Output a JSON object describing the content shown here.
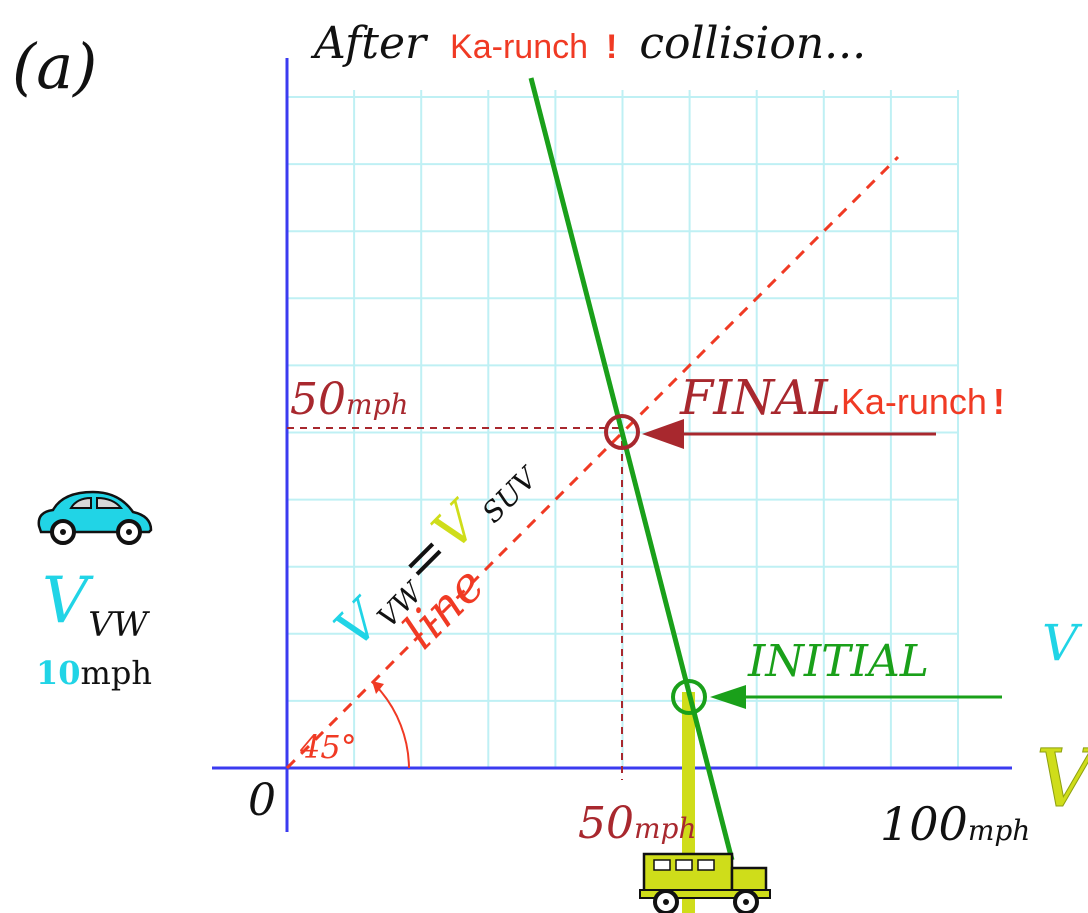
{
  "panel_label": "(a)",
  "title": {
    "prefix": "After",
    "highlight": "Ka-runch",
    "bang": "!",
    "suffix": "collision..."
  },
  "axes": {
    "origin_label": "0",
    "x_mid_number": "50",
    "x_end_number": "100",
    "y_mid_number": "50",
    "unit": "mph"
  },
  "left_panel": {
    "velocity_symbol": "V",
    "velocity_subscript": "VW",
    "speed_number": "10",
    "speed_unit": "mph"
  },
  "right_panel": {
    "velocity_symbol_top": "V",
    "velocity_symbol_bottom": "V"
  },
  "equal_velocity_line": {
    "lhs_symbol": "V",
    "lhs_subscript": "VW",
    "equals": "=",
    "rhs_symbol": "V",
    "rhs_subscript": "SUV",
    "word": "line",
    "angle_label": "45°"
  },
  "annotations": {
    "final_label": "FINAL",
    "final_highlight": "Ka-runch",
    "final_bang": "!",
    "initial_label": "INITIAL"
  },
  "colors": {
    "axis": "#3b3bf0",
    "grid": "#bff0f4",
    "momentum_line": "#1aa01a",
    "diagonal": "#f03a24",
    "final_marker": "#a8282e",
    "vw_cyan": "#21d4e6",
    "suv_yellow": "#cfdd1a",
    "text": "#111111"
  }
}
